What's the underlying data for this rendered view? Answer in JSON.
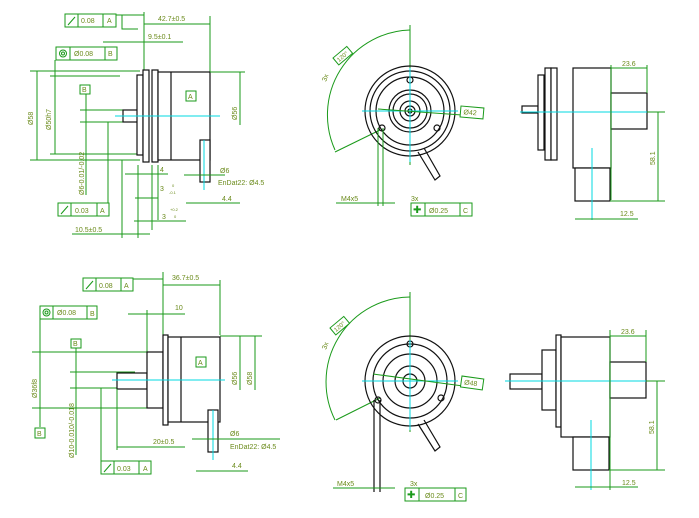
{
  "colors": {
    "dimension": "#1a9a1a",
    "centerline": "#00d8e0",
    "outline": "#111111",
    "text": "#6a8a1a"
  },
  "view_top_left": {
    "runout_frame": {
      "symbol": "runout-icon",
      "value": "0.08",
      "datum": "A"
    },
    "concentricity_frame": {
      "symbol": "concentricity-icon",
      "value": "Ø0.08",
      "datum": "B"
    },
    "shaft_runout_frame": {
      "symbol": "runout-icon",
      "value": "0.03",
      "datum": "A"
    },
    "datum_a": "A",
    "datum_b": "B",
    "dims": {
      "length": "42.7±0.5",
      "flange": "9.5±0.1",
      "dia_outer": "Ø58",
      "dia_spigot": "Ø50h7",
      "dia_shaft": "Ø6-0.01/-0.02",
      "dia_body": "Ø56",
      "d4": "4",
      "d3a": "3",
      "d3a_tol_up": "0",
      "d3a_tol_lo": "-0.1",
      "d3b": "3",
      "d3b_tol_up": "+0.2",
      "d3b_tol_lo": "0",
      "shaft_len": "10.5±0.5",
      "cable": "Ø6",
      "endat": "EnDat22: Ø4.5",
      "d44": "4.4"
    }
  },
  "view_top_mid": {
    "angle": "120°",
    "count": "3x",
    "diameter": "Ø42",
    "thread": "M4x5",
    "pos_count": "3x",
    "pos_frame": {
      "symbol": "position-icon",
      "value": "Ø0.25",
      "datum": "C"
    }
  },
  "view_top_right": {
    "d236": "23.6",
    "d581": "58.1",
    "d125": "12.5"
  },
  "view_bot_left": {
    "runout_frame": {
      "symbol": "runout-icon",
      "value": "0.08",
      "datum": "A"
    },
    "concentricity_frame": {
      "symbol": "concentricity-icon",
      "value": "Ø0.08",
      "datum": "B"
    },
    "shaft_runout_frame": {
      "symbol": "runout-icon",
      "value": "0.03",
      "datum": "A"
    },
    "datum_a": "A",
    "datum_b": "B",
    "datum_b2": "B",
    "dims": {
      "length": "36.7±0.5",
      "d10": "10",
      "dia_hub": "Ø36f8",
      "dia_shaft": "Ø10-0.010/-0.018",
      "dia_body": "Ø56",
      "dia_outer": "Ø58",
      "shaft_len": "20±0.5",
      "cable": "Ø6",
      "endat": "EnDat22: Ø4.5",
      "d44": "4.4"
    }
  },
  "view_bot_mid": {
    "angle": "120°",
    "count": "3x",
    "diameter": "Ø48",
    "thread": "M4x5",
    "pos_count": "3x",
    "pos_frame": {
      "symbol": "position-icon",
      "value": "Ø0.25",
      "datum": "C"
    }
  },
  "view_bot_right": {
    "d236": "23.6",
    "d581": "58.1",
    "d125": "12.5"
  }
}
